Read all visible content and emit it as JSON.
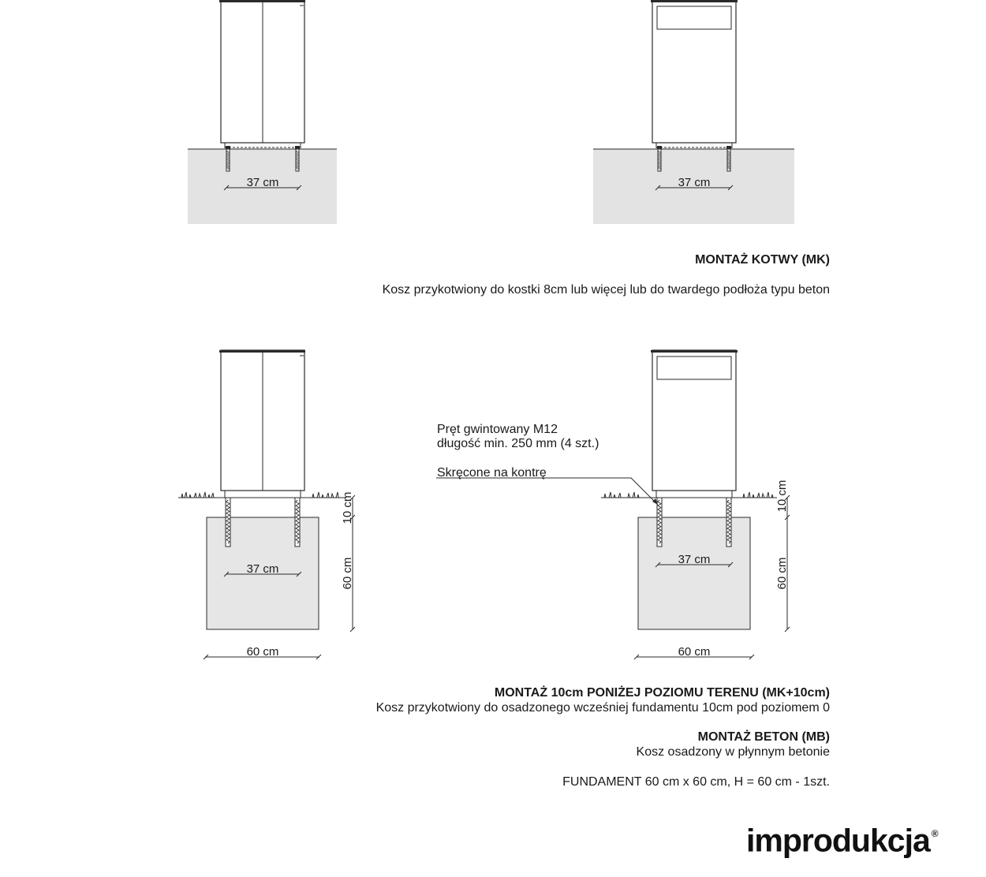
{
  "dimensions": {
    "anchor_spacing": "37 cm",
    "depth_10": "10 cm",
    "depth_60": "60 cm",
    "width_60": "60 cm"
  },
  "section_mk": {
    "title": "MONTAŻ KOTWY (MK)",
    "description": "Kosz przykotwiony do kostki 8cm lub więcej lub do twardego podłoża typu beton"
  },
  "annotations": {
    "rod_line1": "Pręt gwintowany M12",
    "rod_line2": "długość min. 250 mm (4 szt.)",
    "locknut": "Skręcone na kontrę"
  },
  "section_mk10": {
    "title": "MONTAŻ 10cm PONIŻEJ POZIOMU TERENU (MK+10cm)",
    "description": "Kosz przykotwiony do osadzonego wcześniej fundamentu 10cm pod poziomem 0"
  },
  "section_mb": {
    "title": "MONTAŻ BETON (MB)",
    "description": "Kosz osadzony w płynnym betonie"
  },
  "foundation_note": "FUNDAMENT 60 cm x 60 cm, H = 60 cm - 1szt.",
  "logo": {
    "text": "improdukcja",
    "mark": "®"
  },
  "colors": {
    "ground": "#e3e3e3",
    "foundation": "#e6e6e6",
    "line": "#2a2a2a"
  }
}
